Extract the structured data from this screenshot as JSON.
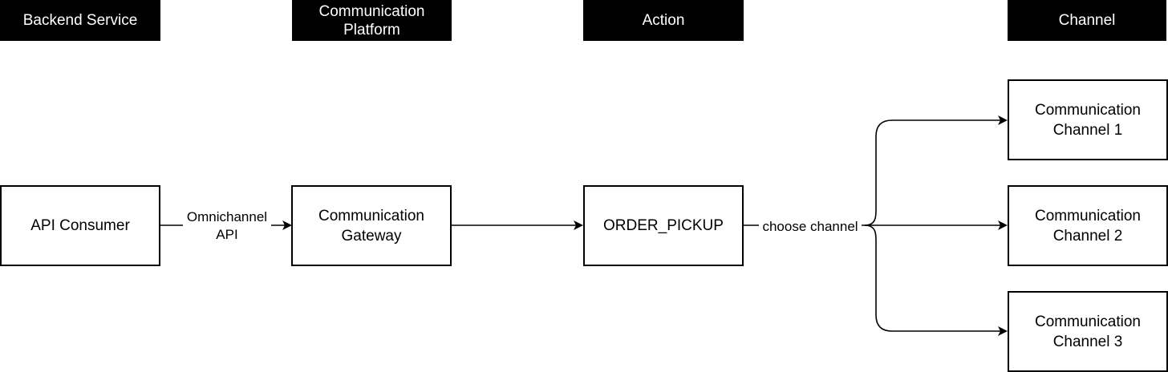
{
  "headers": {
    "backend": "Backend Service",
    "platform_line1": "Communication",
    "platform_line2": "Platform",
    "action": "Action",
    "channel": "Channel"
  },
  "nodes": {
    "api_consumer": "API Consumer",
    "gateway_line1": "Communication",
    "gateway_line2": "Gateway",
    "order_pickup": "ORDER_PICKUP",
    "channel1_line1": "Communication",
    "channel1_line2": "Channel 1",
    "channel2_line1": "Communication",
    "channel2_line2": "Channel 2",
    "channel3_line1": "Communication",
    "channel3_line2": "Channel 3"
  },
  "edges": {
    "omnichannel_line1": "Omnichannel",
    "omnichannel_line2": "API",
    "choose_channel": "choose channel"
  }
}
